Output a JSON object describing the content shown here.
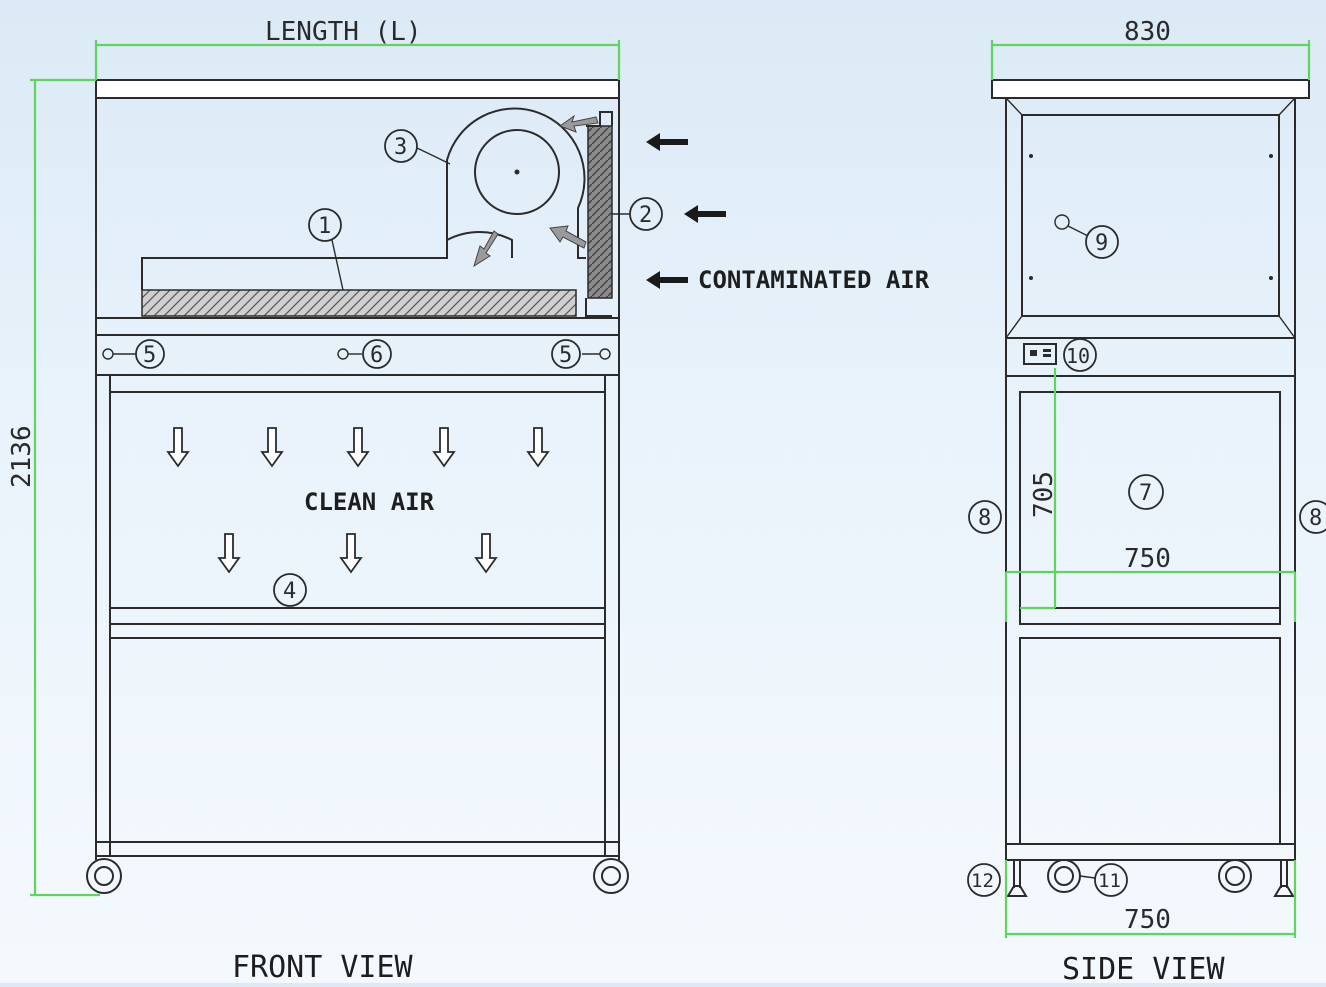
{
  "front_view": {
    "title": "FRONT VIEW",
    "length_label": "LENGTH (L)",
    "height_value": "2136",
    "clean_air_label": "CLEAN AIR",
    "contaminated_air_label": "CONTAMINATED AIR"
  },
  "side_view": {
    "title": "SIDE VIEW",
    "top_width_value": "830",
    "work_height_value": "705",
    "inner_width_value": "750",
    "base_width_value": "750"
  },
  "callouts": [
    "1",
    "2",
    "3",
    "4",
    "5",
    "6",
    "7",
    "8",
    "9",
    "10",
    "11",
    "12"
  ],
  "colors": {
    "line": "#2b2b2b",
    "dimension": "#5fd45f",
    "background": "#e6f1fa"
  }
}
